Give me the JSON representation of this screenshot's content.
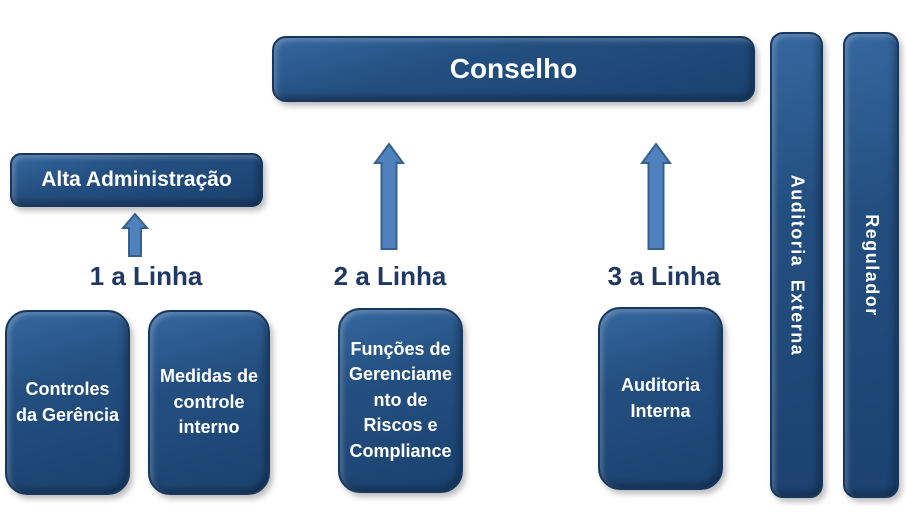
{
  "colors": {
    "background": "#ffffff",
    "box_fill_light": "#35679f",
    "box_fill": "#234f80",
    "box_fill_dark": "#1b4270",
    "box_border": "#16375e",
    "box_text_color": "#ffffff",
    "arrow_fill": "#4f81bd",
    "arrow_border": "#36608f",
    "label_color": "#1f3864"
  },
  "governance": {
    "board_label": "Conselho",
    "senior_management_label": "Alta Administração"
  },
  "lines": [
    {
      "label": "1 a Linha",
      "boxes": [
        "Controles da Gerência",
        "Medidas de controle interno"
      ]
    },
    {
      "label": "2 a Linha",
      "boxes": [
        "Funções de Gerenciamento de Riscos e Compliance"
      ]
    },
    {
      "label": "3 a Linha",
      "boxes": [
        "Auditoria Interna"
      ]
    }
  ],
  "side_bars": [
    {
      "label": "Auditoria Externa"
    },
    {
      "label": "Regulador"
    }
  ],
  "icons": {
    "up_arrow": "↑"
  }
}
